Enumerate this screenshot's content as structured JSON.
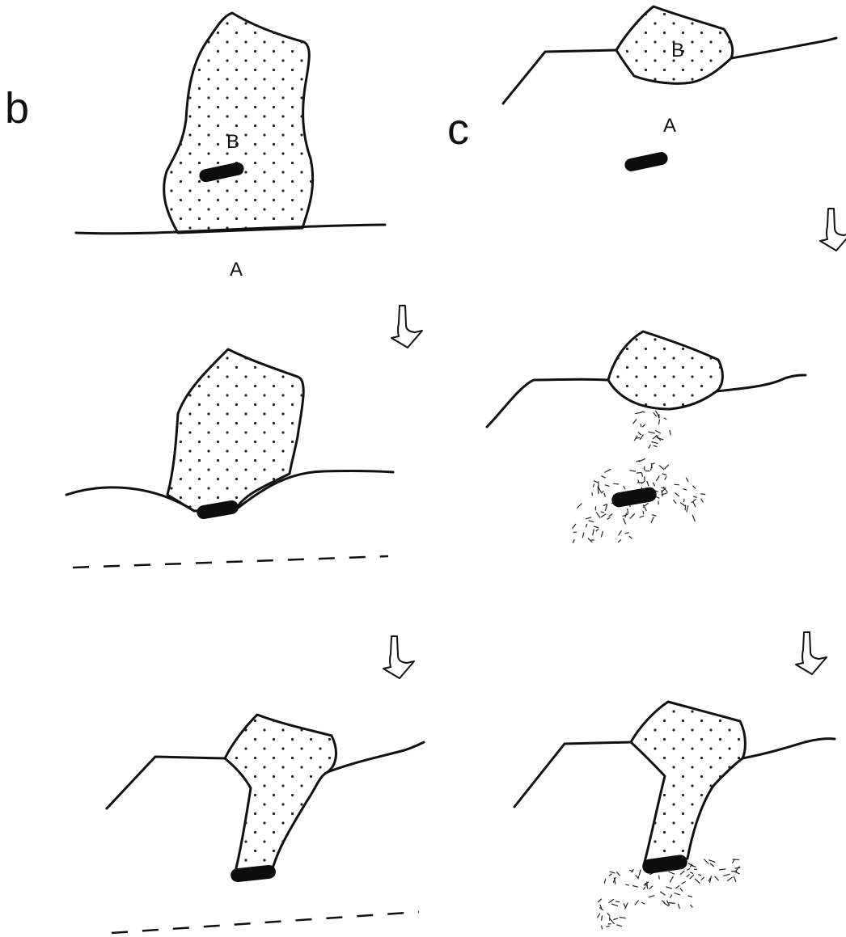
{
  "panels": {
    "b": {
      "letter": "b",
      "unit_upper": "B",
      "unit_lower": "A"
    },
    "c": {
      "letter": "c",
      "unit_upper": "B",
      "unit_lower": "A"
    }
  },
  "icons": [
    "stage-arrow-icon"
  ],
  "colors": {
    "ink": "#111111",
    "background": "#ffffff"
  }
}
